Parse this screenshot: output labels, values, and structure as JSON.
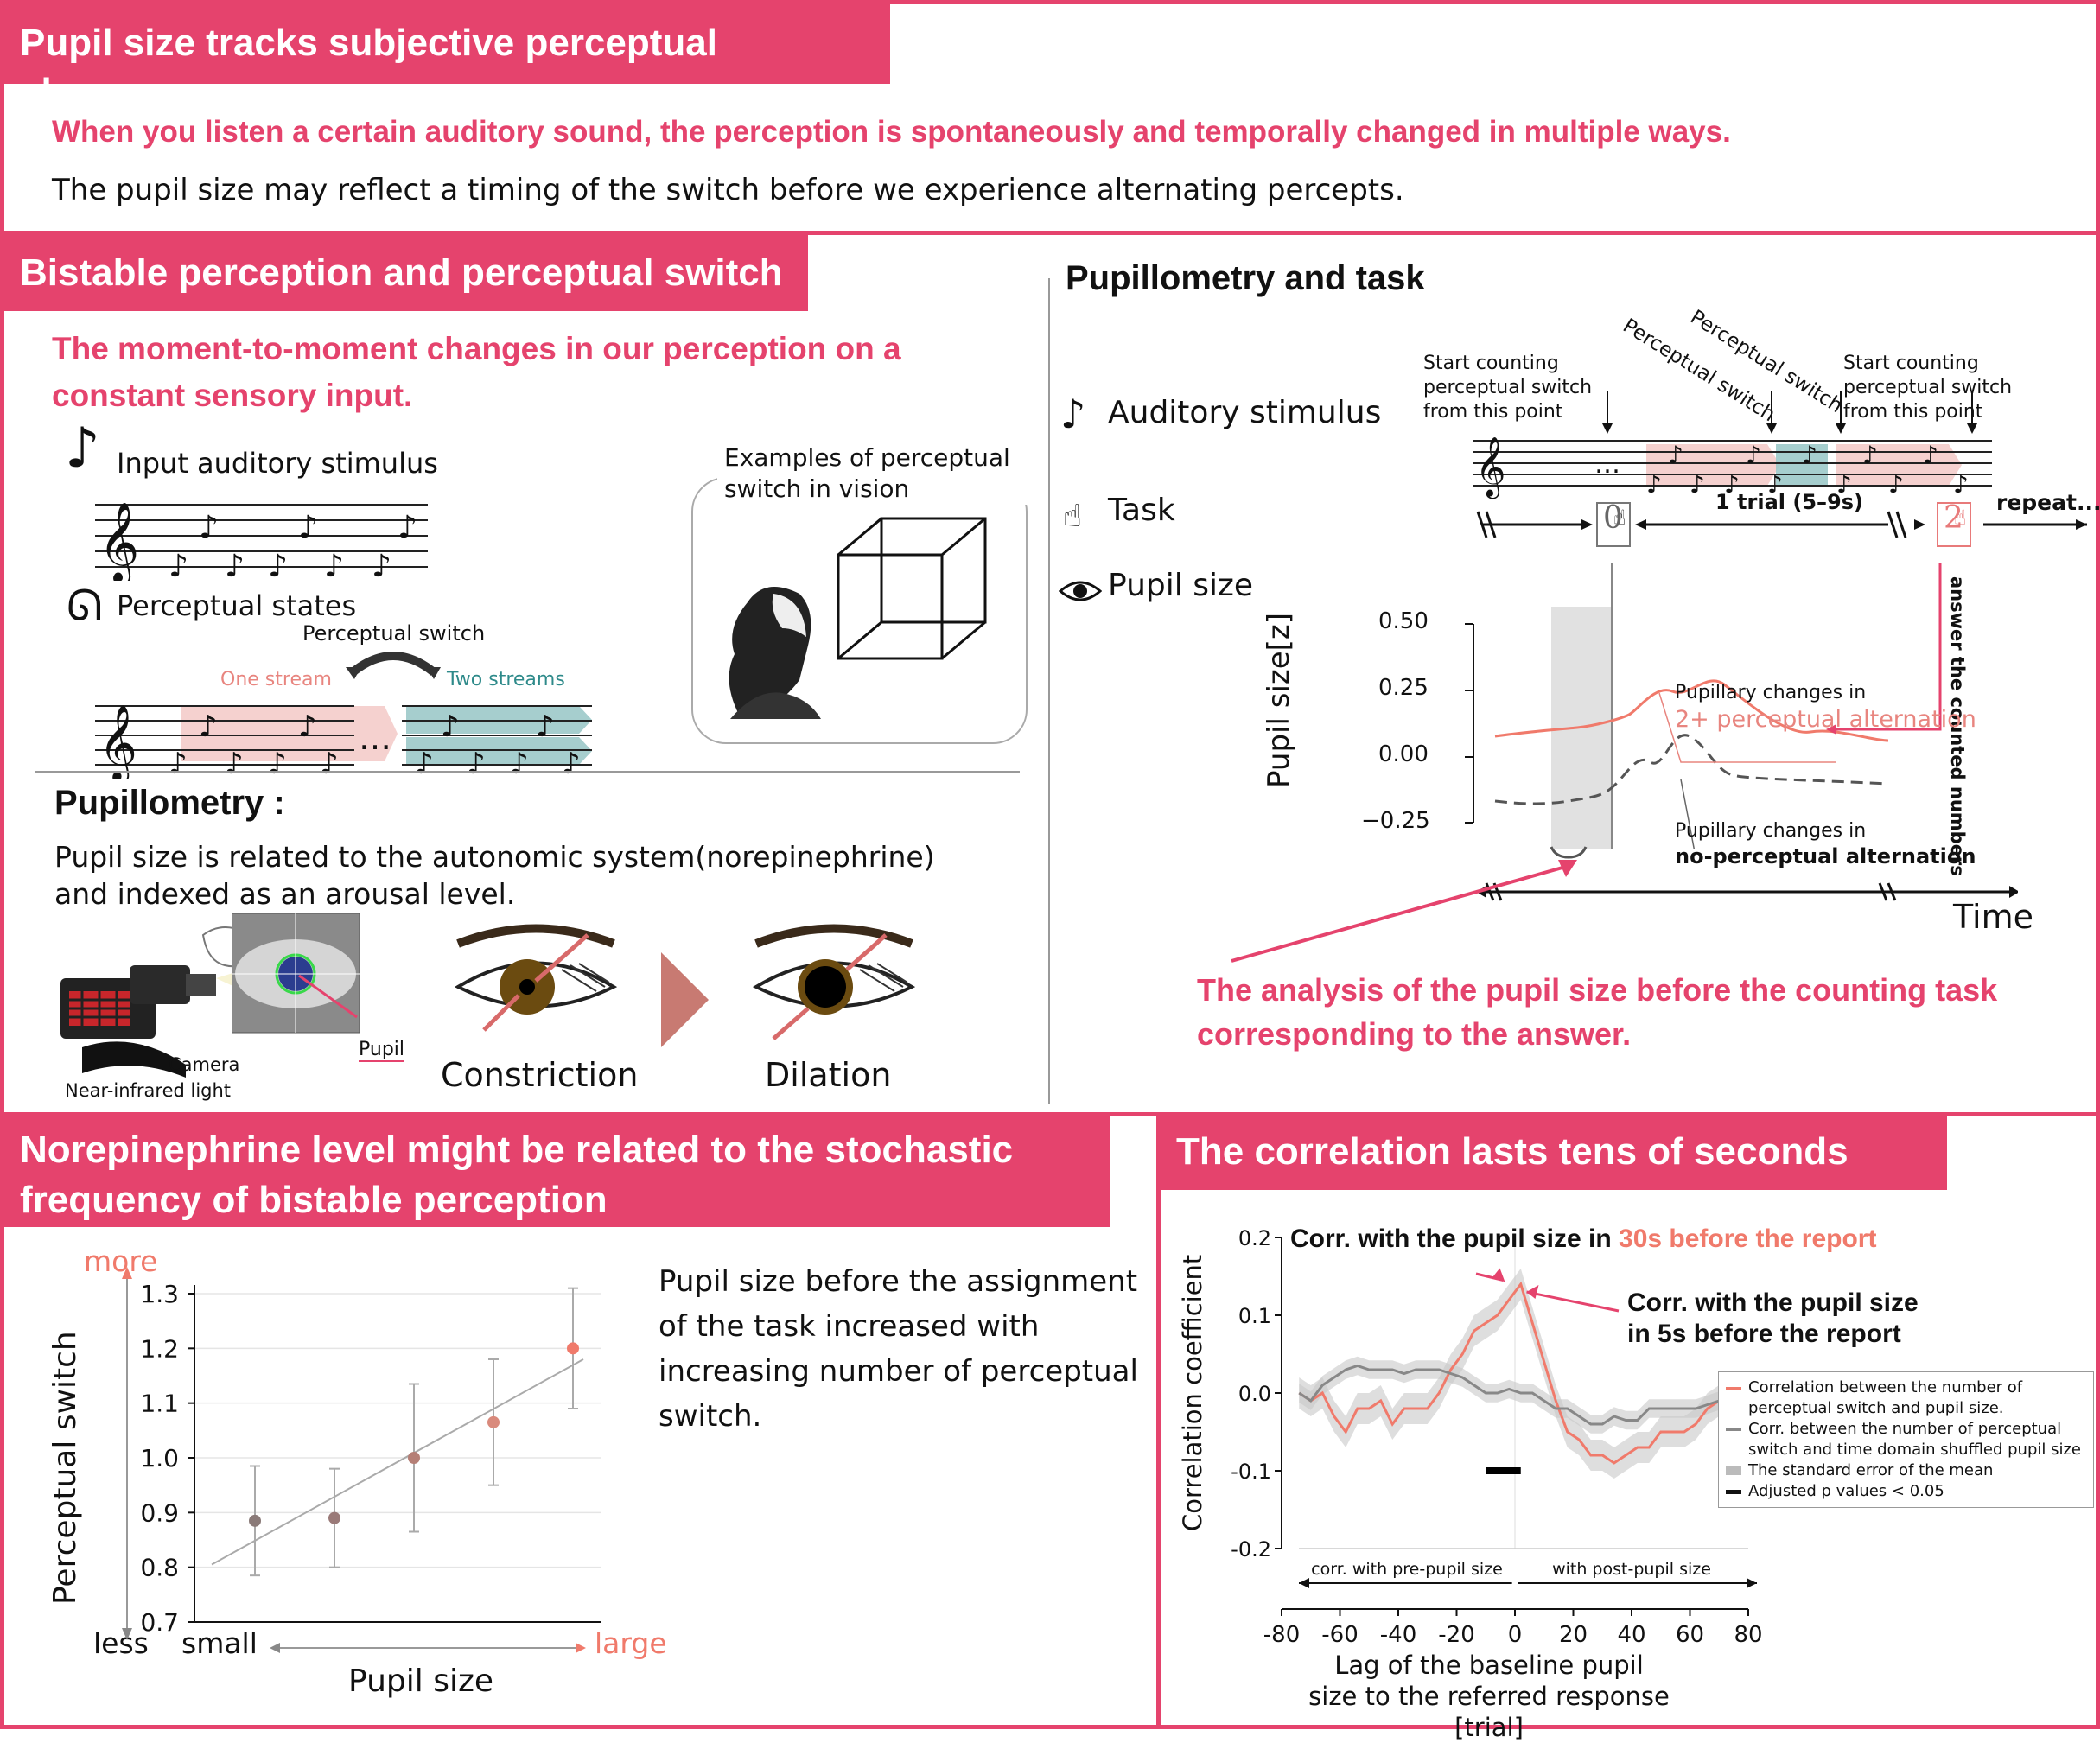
{
  "colors": {
    "accent": "#e5436d",
    "salmon": "#f07a6b",
    "teal": "#2e8a8a"
  },
  "p1": {
    "title": "Pupil size tracks subjective perceptual changes",
    "line1": "When you listen a certain auditory sound, the perception is spontaneously and temporally changed in multiple ways.",
    "line2": "The pupil size may reflect a timing of the switch before we experience alternating percepts."
  },
  "p2": {
    "title": "Bistable perception and perceptual switch",
    "subtitle": "The moment-to-moment changes in our perception on a constant sensory input.",
    "input_label": "Input auditory stimulus",
    "states_label": "Perceptual states",
    "switch_label": "Perceptual switch",
    "one_stream": "One stream",
    "two_streams": "Two streams",
    "vision_label": "Examples of perceptual switch in vision",
    "pupillometry_title": "Pupillometry :",
    "pupillometry_text": "Pupil size is related to the autonomic system(norepinephrine) and indexed as an arousal level.",
    "camera": "Camera",
    "nir": "Near-infrared light",
    "pupil": "Pupil",
    "constriction": "Constriction",
    "dilation": "Dilation"
  },
  "p3": {
    "title": "Pupillometry and task",
    "auditory": "Auditory stimulus",
    "task": "Task",
    "pupil_size": "Pupil size",
    "start_counting": "Start counting perceptual switch from this point",
    "perceptual_switch": "Perceptual switch",
    "trial": "1 trial (5–9s)",
    "repeat": "repeat...",
    "answer": "answer the counted numbers",
    "count0": "0",
    "count2": "2",
    "ylabel": "Pupil size[z]",
    "yticks": [
      "0.50",
      "0.25",
      "0.00",
      "−0.25"
    ],
    "time": "Time",
    "legend_a1": "Pupillary changes in",
    "legend_a2": "2+ perceptual alternation",
    "legend_b1": "Pupillary changes in",
    "legend_b2": "no-perceptual alternation",
    "note": "The analysis of the pupil size before the counting task corresponding to the answer."
  },
  "p4": {
    "title": "Norepinephrine level might be related to the stochastic frequency of bistable perception",
    "more": "more",
    "less": "less",
    "small": "small",
    "large": "large",
    "description": "Pupil size before the assignment of the task increased with increasing number of perceptual switch."
  },
  "p5": {
    "title": "The correlation lasts tens of seconds",
    "ann1_pre": "Corr. with the pupil size in ",
    "ann1_hl": "30s before the report",
    "ann2": "Corr. with the pupil size in 5s before the report",
    "bracket_left": "corr. with pre-pupil size",
    "bracket_right": "with post-pupil size",
    "legend": [
      "Correlation between the number of perceptual switch and pupil size.",
      "Corr. between the number of perceptual switch and time domain shuffled pupil size",
      "The standard error of the mean",
      "Adjusted p values < 0.05"
    ]
  },
  "chart_data": [
    {
      "type": "scatter",
      "title": "",
      "xlabel": "Pupil size",
      "ylabel": "Perceptual switch",
      "ylim": [
        0.7,
        1.3
      ],
      "yticks": [
        "0.7",
        "0.8",
        "0.9",
        "1.0",
        "1.1",
        "1.2",
        "1.3"
      ],
      "x": [
        1,
        2,
        3,
        4,
        5
      ],
      "values": [
        0.885,
        0.89,
        1.0,
        1.065,
        1.2
      ],
      "errors": [
        [
          0.785,
          0.985
        ],
        [
          0.8,
          0.98
        ],
        [
          0.865,
          1.135
        ],
        [
          0.95,
          1.18
        ],
        [
          1.09,
          1.31
        ]
      ],
      "trend": [
        0.805,
        1.18
      ],
      "grid": true
    },
    {
      "type": "line",
      "title": "",
      "xlabel": "Lag of the baseline pupil size to the referred response [trial]",
      "ylabel": "Correlation coefficient",
      "xlim": [
        -80,
        80
      ],
      "ylim": [
        -0.2,
        0.2
      ],
      "xticks": [
        "-80",
        "-60",
        "-40",
        "-20",
        "0",
        "20",
        "40",
        "60",
        "80"
      ],
      "yticks": [
        "0.2",
        "0.1",
        "0.0",
        "-0.1",
        "-0.2"
      ],
      "x": [
        -74,
        -70,
        -66,
        -62,
        -58,
        -54,
        -50,
        -46,
        -42,
        -38,
        -34,
        -30,
        -26,
        -22,
        -18,
        -14,
        -10,
        -6,
        -2,
        2,
        6,
        10,
        14,
        18,
        22,
        26,
        30,
        34,
        38,
        42,
        46,
        50,
        54,
        58,
        62,
        66,
        70
      ],
      "series": [
        {
          "name": "Correlation between the number of perceptual switch and pupil size.",
          "values": [
            0.0,
            -0.01,
            0.0,
            -0.03,
            -0.05,
            -0.02,
            -0.02,
            -0.01,
            -0.04,
            -0.02,
            -0.02,
            -0.02,
            0.0,
            0.03,
            0.05,
            0.08,
            0.09,
            0.1,
            0.12,
            0.14,
            0.09,
            0.04,
            -0.01,
            -0.05,
            -0.06,
            -0.08,
            -0.08,
            -0.09,
            -0.08,
            -0.07,
            -0.07,
            -0.05,
            -0.05,
            -0.05,
            -0.04,
            -0.02,
            -0.01
          ]
        },
        {
          "name": "Corr. between the number of perceptual switch and time domain shuffled pupil size",
          "values": [
            0.0,
            -0.01,
            0.01,
            0.02,
            0.03,
            0.035,
            0.03,
            0.03,
            0.03,
            0.025,
            0.03,
            0.03,
            0.03,
            0.025,
            0.02,
            0.01,
            0.0,
            0.0,
            0.005,
            0.0,
            0.0,
            -0.01,
            -0.02,
            -0.02,
            -0.03,
            -0.04,
            -0.04,
            -0.03,
            -0.035,
            -0.035,
            -0.02,
            -0.02,
            -0.02,
            -0.02,
            -0.02,
            -0.015,
            -0.01
          ]
        }
      ],
      "significance_bar": [
        -10,
        2
      ],
      "grid": false
    }
  ]
}
